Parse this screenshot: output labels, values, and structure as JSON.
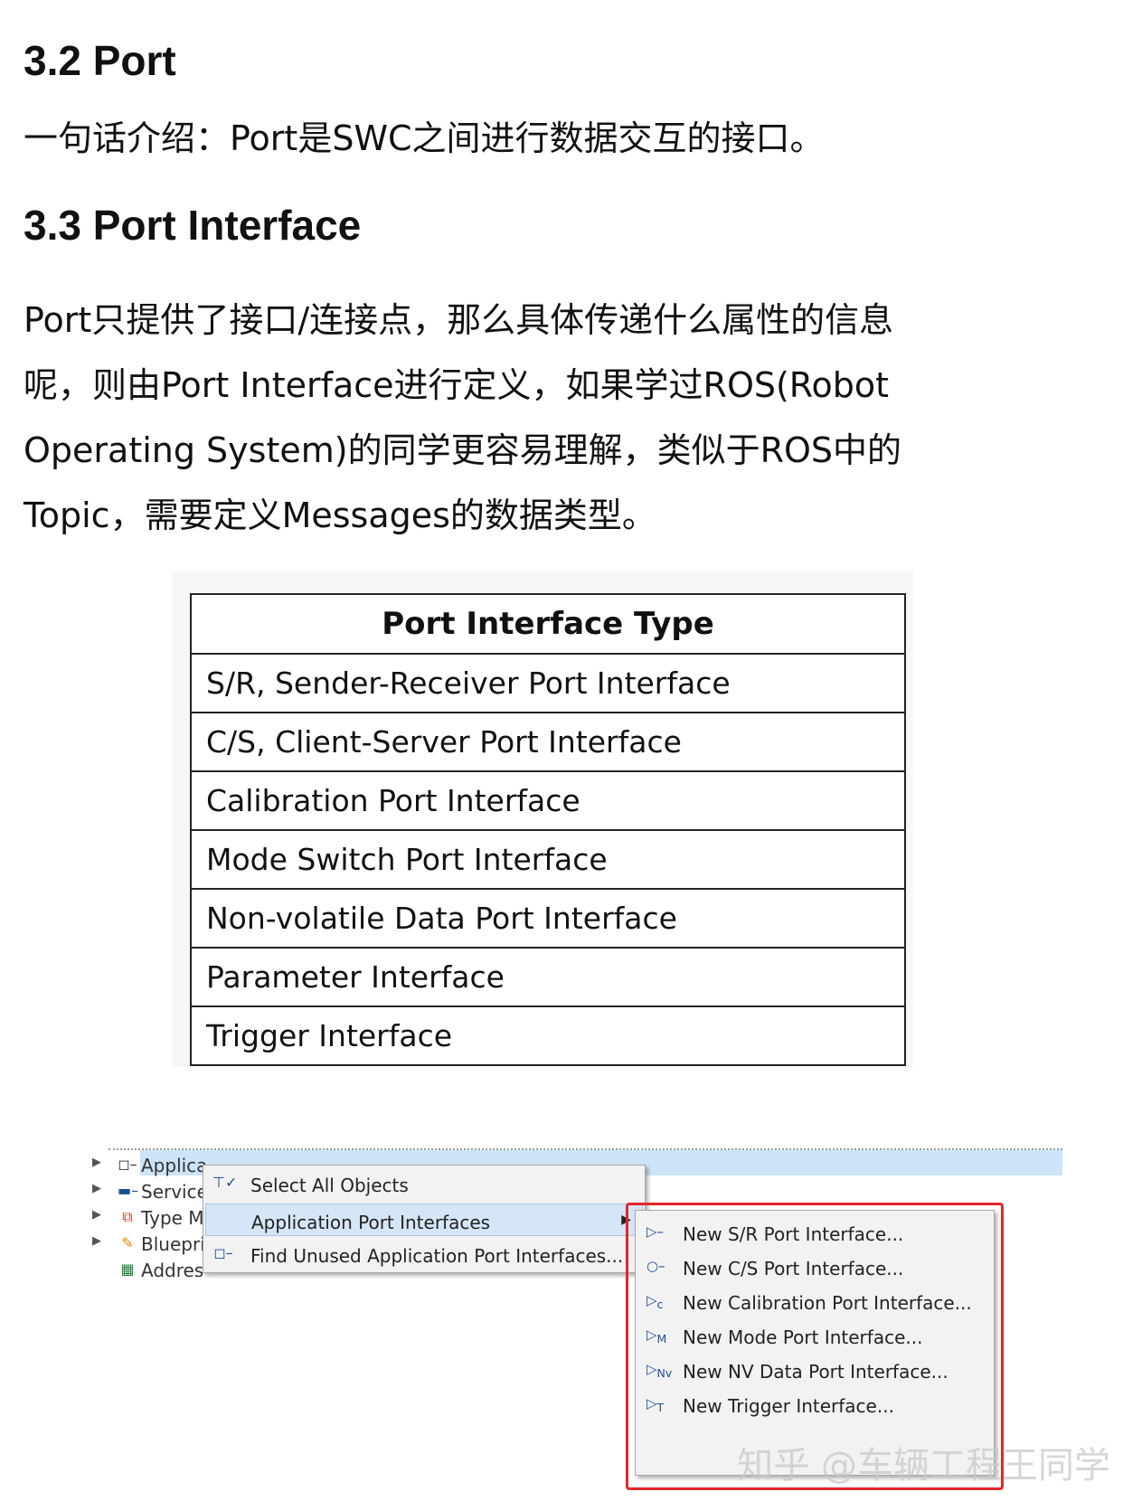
{
  "section_32": {
    "heading": "3.2 Port",
    "intro": "一句话介绍：Port是SWC之间进行数据交互的接口。"
  },
  "section_33": {
    "heading": "3.3 Port Interface",
    "paragraph_lines": [
      "Port只提供了接口/连接点，那么具体传递什么属性的信息",
      "呢，则由Port Interface进行定义，如果学过ROS(Robot",
      "Operating System)的同学更容易理解，类似于ROS中的",
      "Topic，需要定义Messages的数据类型。"
    ]
  },
  "table": {
    "header": "Port Interface Type",
    "rows": [
      "S/R, Sender-Receiver Port Interface",
      "C/S, Client-Server Port Interface",
      "Calibration Port Interface",
      "Mode Switch Port Interface",
      "Non-volatile Data Port Interface",
      "Parameter Interface",
      "Trigger Interface"
    ]
  },
  "screenshot": {
    "tree_items": [
      {
        "label": "Applica",
        "icon": "port-interface-icon"
      },
      {
        "label": "Service",
        "icon": "service-icon"
      },
      {
        "label": "Type M",
        "icon": "type-mapping-icon"
      },
      {
        "label": "Bluepri",
        "icon": "blueprint-icon"
      },
      {
        "label": "Addres",
        "icon": "address-icon"
      }
    ],
    "context_menu": [
      {
        "label": "Select All Objects",
        "icon": "select-all-icon"
      },
      {
        "label": "Application Port Interfaces",
        "icon": "",
        "has_submenu": true
      },
      {
        "label": "Find Unused Application Port Interfaces...",
        "icon": "port-interface-icon"
      }
    ],
    "submenu": [
      {
        "label": "New S/R Port Interface...",
        "icon": "sr-port-interface-icon"
      },
      {
        "label": "New C/S Port Interface...",
        "icon": "cs-port-interface-icon"
      },
      {
        "label": "New Calibration Port Interface...",
        "icon": "calibration-port-interface-icon"
      },
      {
        "label": "New Mode Port Interface...",
        "icon": "mode-port-interface-icon"
      },
      {
        "label": "New NV Data Port Interface...",
        "icon": "nv-data-port-interface-icon"
      },
      {
        "label": "New Trigger Interface...",
        "icon": "trigger-interface-icon"
      }
    ],
    "highlight_color": "#e4262a"
  },
  "watermark": "知乎 @车辆工程王同学"
}
